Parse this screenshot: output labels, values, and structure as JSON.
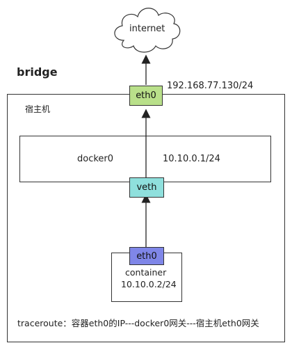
{
  "cloud_label": "internet",
  "title": "bridge",
  "host_ip": "192.168.77.130/24",
  "host_label": "宿主机",
  "host_eth0": "eth0",
  "docker_bridge": {
    "name": "docker0",
    "ip": "10.10.0.1/24"
  },
  "veth_label": "veth",
  "container": {
    "eth0": "eth0",
    "name": "container",
    "ip": "10.10.0.2/24"
  },
  "traceroute_note": "traceroute：容器eth0的IP---docker0网关---宿主机eth0网关",
  "colors": {
    "host_eth0_fill": "#b9e08a",
    "veth_fill": "#8fe0dd",
    "container_eth0_fill": "#7f86e8"
  }
}
